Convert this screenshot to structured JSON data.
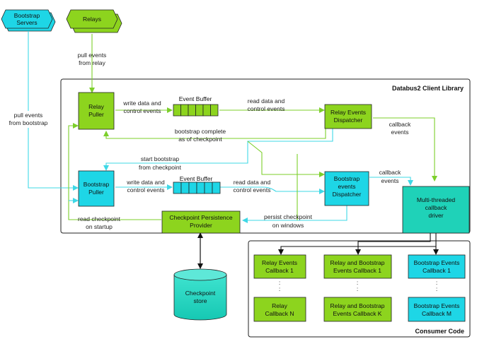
{
  "colors": {
    "green": "#8dd41e",
    "cyan": "#1ed6e6",
    "green_arrow": "#7ccf2a",
    "cyan_arrow": "#3fd8e6",
    "black": "#111111"
  },
  "external": {
    "bootstrap_servers": [
      "Bootstrap",
      "Servers"
    ],
    "relays": [
      "Relays"
    ],
    "pull_from_relay": [
      "pull events",
      "from relay"
    ],
    "pull_from_bootstrap": [
      "pull events",
      "from bootstrap"
    ]
  },
  "client_library": {
    "title": "Databus2 Client Library",
    "relay_puller": [
      "Relay",
      "Puller"
    ],
    "bootstrap_puller": [
      "Bootstrap",
      "Puller"
    ],
    "event_buffer_1": "Event Buffer",
    "event_buffer_2": "Event Buffer",
    "relay_dispatcher": [
      "Relay Events",
      "Dispatcher"
    ],
    "bootstrap_dispatcher": [
      "Bootstrap",
      "events",
      "Dispatcher"
    ],
    "checkpoint_provider": [
      "Checkpoint Persistence",
      "Provider"
    ],
    "callback_driver": [
      "Multi-threaded",
      "callback",
      "driver"
    ],
    "write_relay": [
      "write data and",
      "control events"
    ],
    "read_relay": [
      "read data and",
      "control events"
    ],
    "write_bootstrap": [
      "write data and",
      "control events"
    ],
    "read_bootstrap": [
      "read data and",
      "control events"
    ],
    "callback_1": [
      "callback",
      "events"
    ],
    "callback_2": [
      "callback",
      "events"
    ],
    "bootstrap_complete": [
      "bootstrap complete",
      "as of checkpoint"
    ],
    "start_bootstrap": [
      "start bootstrap",
      "from checkpoint"
    ],
    "read_checkpoint": [
      "read checkpoint",
      "on startup"
    ],
    "persist_checkpoint": [
      "persist checkpoint",
      "on windows"
    ]
  },
  "checkpoint_store": [
    "Checkpoint",
    "store"
  ],
  "consumer": {
    "title": "Consumer Code",
    "relay_cb_1": [
      "Relay Events",
      "Callback 1"
    ],
    "relay_cb_n": [
      "Relay",
      "Callback N"
    ],
    "mixed_cb_1": [
      "Relay and Bootstrap",
      "Events Callback 1"
    ],
    "mixed_cb_k": [
      "Relay and Bootstrap",
      "Events Callback K"
    ],
    "boot_cb_1": [
      "Bootstrap Events",
      "Callback 1"
    ],
    "boot_cb_m": [
      "Bootstrap Events",
      "Callback M"
    ],
    "dots": ":"
  }
}
